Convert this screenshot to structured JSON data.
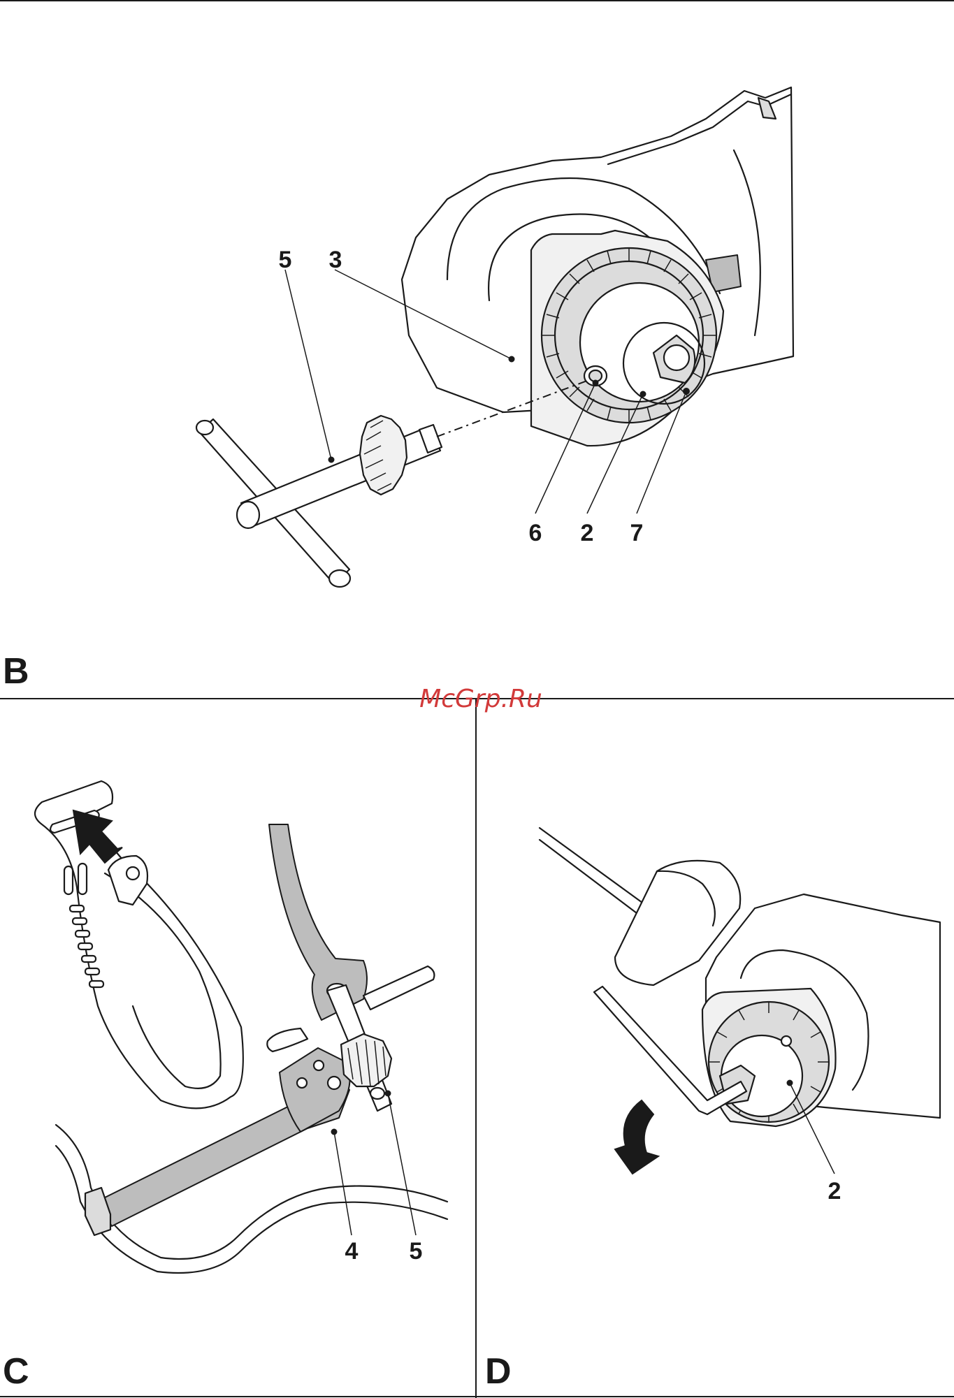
{
  "panels": {
    "b": {
      "label": "B",
      "callouts": [
        "5",
        "3",
        "6",
        "2",
        "7"
      ]
    },
    "c": {
      "label": "C",
      "callouts": [
        "4",
        "5"
      ]
    },
    "d": {
      "label": "D",
      "callouts": [
        "2"
      ]
    }
  },
  "watermark": "McGrp.Ru",
  "colors": {
    "ink": "#1a1a1a",
    "watermark": "#d23a3a",
    "shade_light": "#f1f1f1",
    "shade_mid": "#dcdcdc",
    "shade_dark": "#bdbdbd"
  }
}
